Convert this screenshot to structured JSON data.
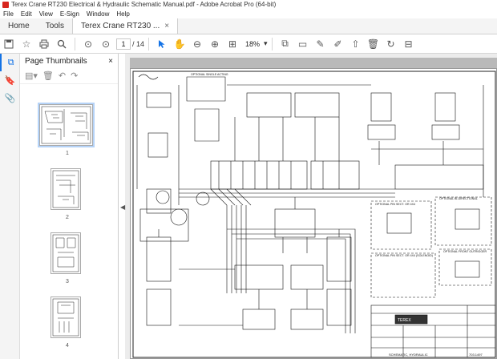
{
  "window": {
    "title": "Terex Crane RT230 Electrical & Hydraulic Schematic Manual.pdf - Adobe Acrobat Pro (64-bit)"
  },
  "menu": [
    "File",
    "Edit",
    "View",
    "E-Sign",
    "Window",
    "Help"
  ],
  "tabs": {
    "home": "Home",
    "tools": "Tools",
    "doc": "Terex Crane RT230 ..."
  },
  "toolbar": {
    "page_current": "1",
    "page_total": "/ 14",
    "zoom": "18%"
  },
  "panel": {
    "title": "Page Thumbnails"
  },
  "thumbnails": [
    "1",
    "2",
    "3",
    "4"
  ],
  "colors": {
    "accent": "#1473e6",
    "selection": "#b5d3f8",
    "brand": "#d7261e"
  },
  "schematic": {
    "notes": [
      "OPTIONAL SINGLE ACTING",
      "OPTIONAL BI-DIRECTIONAL",
      "OPTIONAL FRONT OUTRIGGER",
      "OPTIONAL PIN SECT. OR 4X4",
      "OPTIONAL PIN SECT. OR 4X4 (SOLENOID)"
    ],
    "title_block": {
      "company": "TEREX",
      "drawing": "SCHEMATIC, HYDRAULIC",
      "number": "703.1497"
    }
  }
}
